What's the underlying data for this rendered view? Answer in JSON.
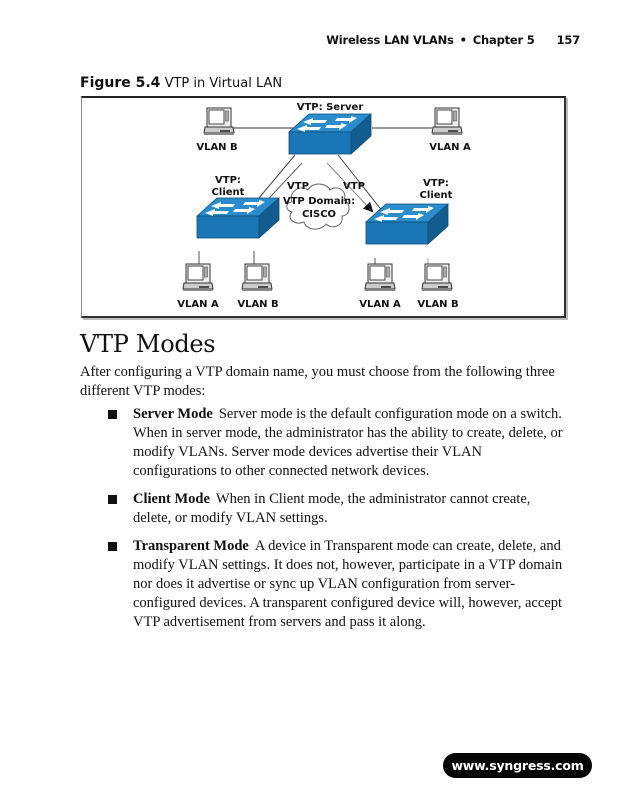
{
  "running_head": {
    "book_section": "Wireless LAN VLANs",
    "separator": "•",
    "chapter": "Chapter 5",
    "page_number": "157"
  },
  "figure": {
    "number": "Figure 5.4",
    "title": "VTP in Virtual LAN",
    "diagram": {
      "server_switch_label": "VTP: Server",
      "left_client_label_line1": "VTP:",
      "left_client_label_line2": "Client",
      "right_client_label_line1": "VTP:",
      "right_client_label_line2": "Client",
      "vtp_arrow_left_label": "VTP",
      "vtp_arrow_right_label": "VTP",
      "cloud_line1": "VTP Domain:",
      "cloud_line2": "CISCO",
      "top_left_pc_label": "VLAN B",
      "top_right_pc_label": "VLAN A",
      "bottom_pc_labels": [
        "VLAN A",
        "VLAN B",
        "VLAN A",
        "VLAN B"
      ],
      "colors": {
        "switch_front": "#1a76b4",
        "switch_top": "#2a8ccc",
        "switch_side": "#125c8e"
      }
    }
  },
  "section": {
    "heading": "VTP Modes",
    "intro": "After configuring a VTP domain name, you must choose from the following three different VTP modes:",
    "modes": [
      {
        "term": "Server Mode",
        "text": "Server mode is the default configuration mode on a switch. When in server mode, the administrator has the ability to create, delete, or modify VLANs. Server mode devices advertise their VLAN configurations to other connected network devices."
      },
      {
        "term": "Client Mode",
        "text": "When in Client mode, the administrator cannot create, delete, or modify VLAN settings."
      },
      {
        "term": "Transparent Mode",
        "text": "A device in Transparent mode can create, delete, and modify VLAN settings. It does not, however, participate in a VTP domain nor does it advertise or sync up VLAN configuration from server-configured devices. A transparent configured device will, however, accept VTP advertisement from servers and pass it along."
      }
    ]
  },
  "footer": {
    "url": "www.syngress.com"
  }
}
